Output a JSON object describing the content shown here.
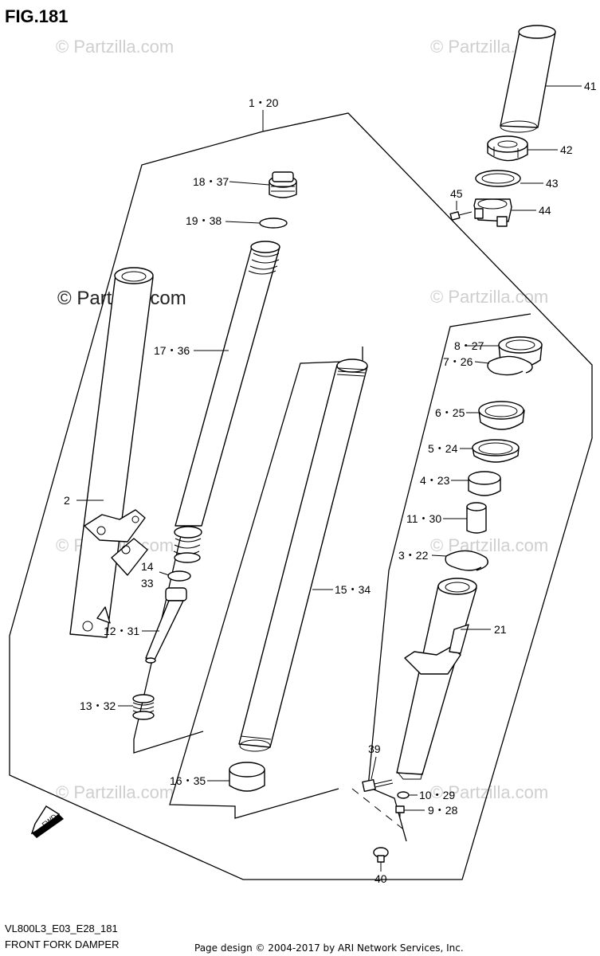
{
  "figure": {
    "title": "FIG.181",
    "model_code": "VL800L3_E03_E28_181",
    "caption": "FRONT FORK DAMPER",
    "copyright": "Page design © 2004-2017 by ARI Network Services, Inc."
  },
  "watermarks": {
    "small": "© Partzilla.com",
    "large": "© Partzilla.com"
  },
  "callouts": {
    "c1_20": "1・20",
    "c18_37": "18・37",
    "c19_38": "19・38",
    "c17_36": "17・36",
    "c2": "2",
    "c14": "14",
    "c33": "33",
    "c12_31": "12・31",
    "c13_32": "13・32",
    "c15_34": "15・34",
    "c16_35": "16・35",
    "c41": "41",
    "c42": "42",
    "c43": "43",
    "c44": "44",
    "c45": "45",
    "c8_27": "8・27",
    "c7_26": "7・26",
    "c6_25": "6・25",
    "c5_24": "5・24",
    "c4_23": "4・23",
    "c11_30": "11・30",
    "c3_22": "3・22",
    "c21": "21",
    "c39": "39",
    "c10_29": "10・29",
    "c9_28": "9・28",
    "c40": "40"
  },
  "fwd_label": "FWD"
}
